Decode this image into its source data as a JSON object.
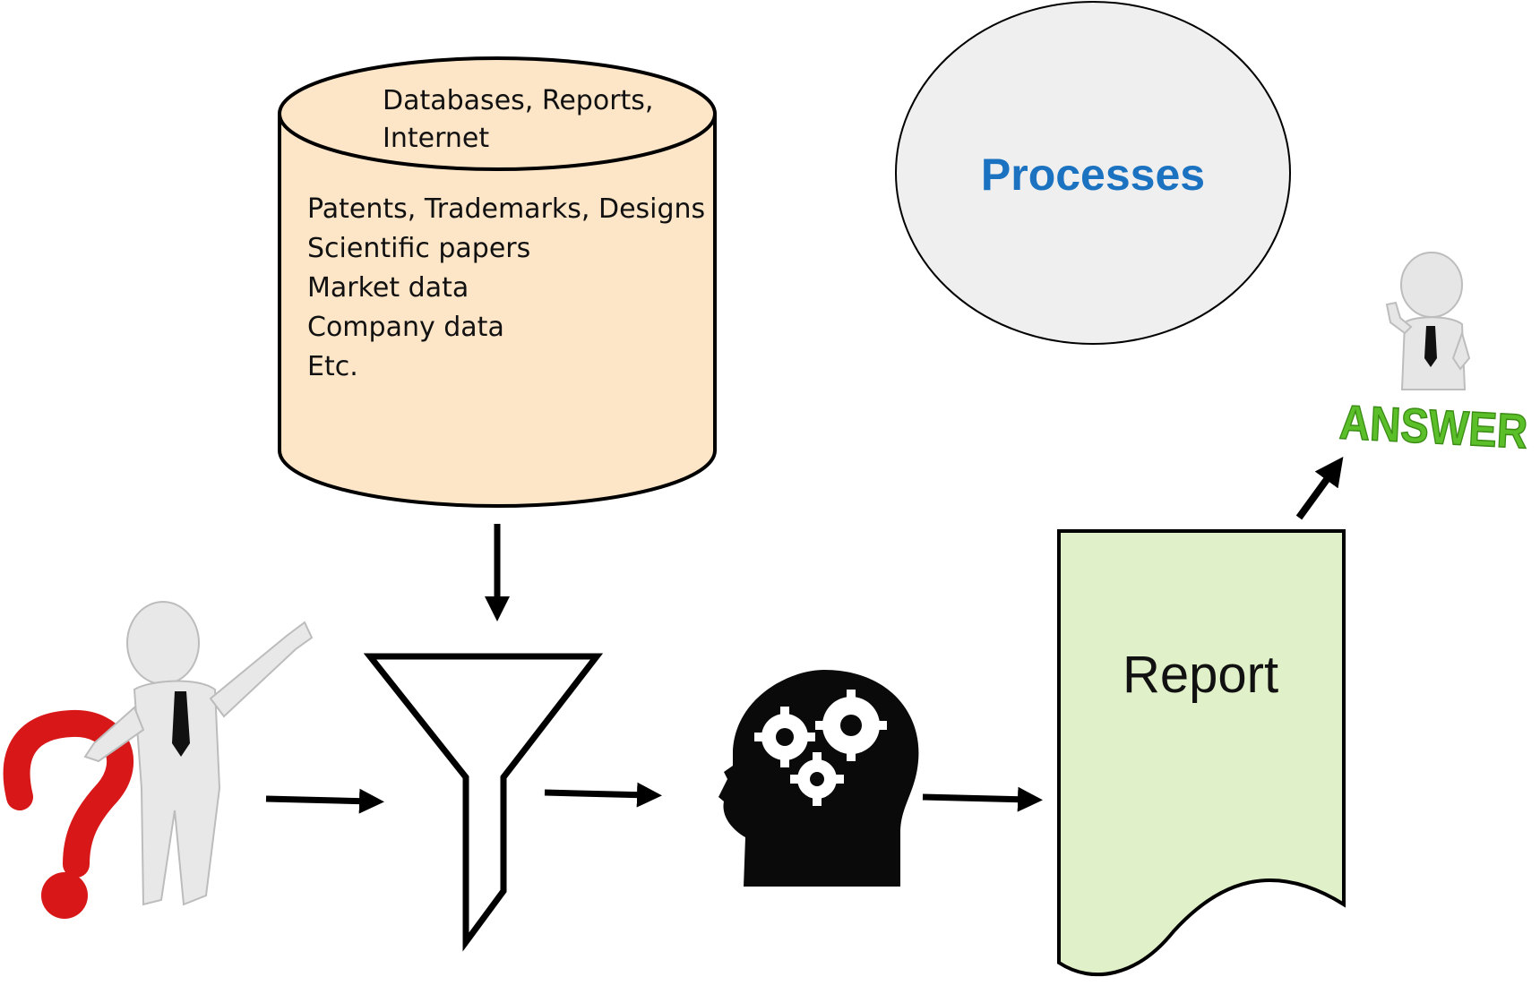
{
  "database": {
    "top_lines": [
      "Databases, Reports,",
      "Internet"
    ],
    "body_lines": [
      "Patents, Trademarks, Designs",
      "Scientific papers",
      "Market data",
      "Company data",
      "Etc."
    ],
    "fill_color": "#fde5c8"
  },
  "processes": {
    "label": "Processes",
    "label_color": "#1a72c0",
    "fill_color": "#efefef"
  },
  "report": {
    "label": "Report",
    "fill_color": "#e0f0c8"
  },
  "answer": {
    "label": "ANSWER",
    "color": "#5bbf2a"
  },
  "icons": [
    "question-person-icon",
    "funnel-icon",
    "brain-gears-icon",
    "answer-person-icon"
  ]
}
